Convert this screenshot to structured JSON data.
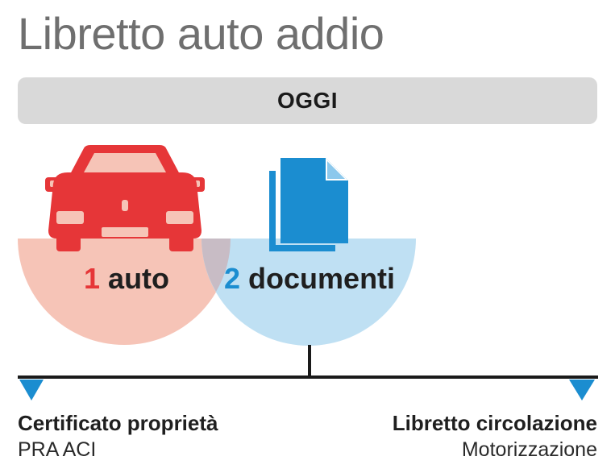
{
  "title": "Libretto auto addio",
  "banner": {
    "label": "OGGI"
  },
  "items": [
    {
      "number": "1",
      "label": "auto",
      "icon": "car-icon",
      "color": "#e63638",
      "bg_color": "#f6c4b7"
    },
    {
      "number": "2",
      "label": "documenti",
      "icon": "documents-icon",
      "color": "#1b8dd0",
      "bg_color": "#bfe0f3"
    }
  ],
  "timeline": {
    "left": {
      "title": "Certificato proprietà",
      "subtitle": "PRA ACI"
    },
    "right": {
      "title": "Libretto circolazione",
      "subtitle": "Motorizzazione"
    },
    "marker_color": "#1b8dd0",
    "line_color": "#1a1a1a"
  }
}
